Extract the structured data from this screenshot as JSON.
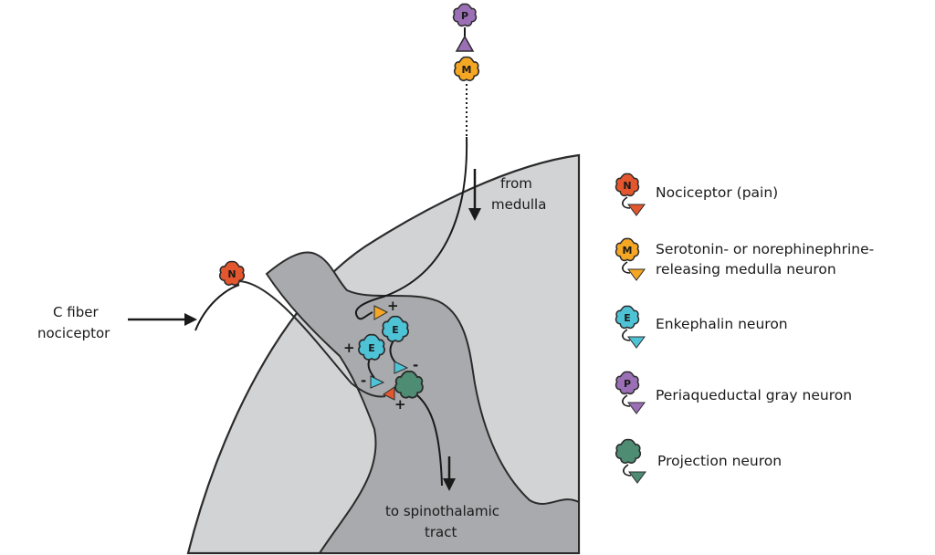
{
  "diagram": {
    "labels": {
      "c_fiber_1": "C fiber",
      "c_fiber_2": "nociceptor",
      "from_1": "from",
      "from_2": "medulla",
      "to_1": "to spinothalamic",
      "to_2": "tract"
    },
    "cell_letters": {
      "nociceptor": "N",
      "medulla": "M",
      "pag": "P",
      "enkephalin": "E",
      "projection": ""
    },
    "signs": {
      "plus": "+",
      "minus": "-"
    }
  },
  "legend": [
    {
      "label": "Nociceptor (pain)",
      "letter": "N",
      "color": "#e4572e"
    },
    {
      "label": "Serotonin- or norephinephrine-",
      "label2": "releasing medulla neuron",
      "letter": "M",
      "color": "#f5a623"
    },
    {
      "label": "Enkephalin neuron",
      "letter": "E",
      "color": "#4fc3d6"
    },
    {
      "label": "Periaqueductal gray neuron",
      "letter": "P",
      "color": "#9b6fb5"
    },
    {
      "label": "Projection neuron",
      "letter": "",
      "color": "#4e8c74"
    }
  ],
  "colors": {
    "white_matter": "#d1d3d5",
    "gray_matter": "#a8aaad",
    "outline": "#2b2b2b",
    "nociceptor": "#e4572e",
    "medulla": "#f5a623",
    "enkephalin": "#4fc3d6",
    "pag": "#9b6fb5",
    "projection": "#4e8c74"
  }
}
